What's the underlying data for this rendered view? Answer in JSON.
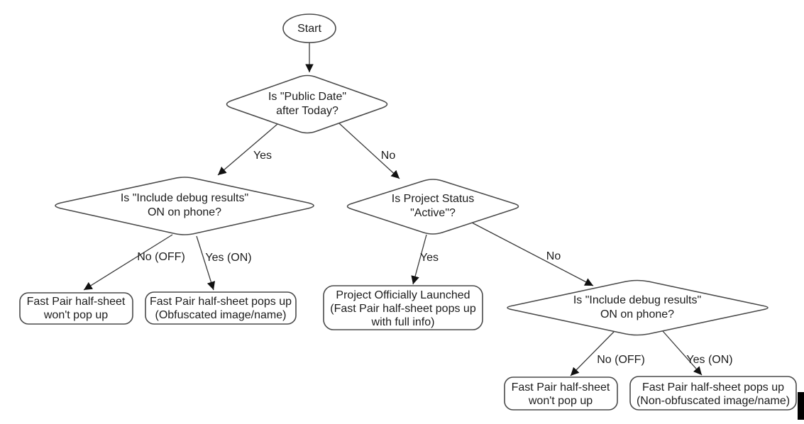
{
  "diagram": {
    "type": "flowchart",
    "colors": {
      "background": "#ffffff",
      "stroke": "#4a4a4a",
      "text": "#1c1c1c",
      "arrow": "#111111"
    },
    "nodes": {
      "start": {
        "shape": "ellipse",
        "label": "Start"
      },
      "public_date_decision": {
        "shape": "diamond",
        "line1": "Is \"Public Date\"",
        "line2": "after Today?"
      },
      "debug_left_decision": {
        "shape": "diamond",
        "line1": "Is \"Include debug results\"",
        "line2": "ON on phone?"
      },
      "project_status_decision": {
        "shape": "diamond",
        "line1": "Is Project Status",
        "line2": "\"Active\"?"
      },
      "debug_right_decision": {
        "shape": "diamond",
        "line1": "Is \"Include debug results\"",
        "line2": "ON on phone?"
      },
      "left_no_popup": {
        "shape": "rounded-rect",
        "line1": "Fast Pair half-sheet",
        "line2": "won't pop up"
      },
      "left_obfuscated": {
        "shape": "rounded-rect",
        "line1": "Fast Pair half-sheet pops up",
        "line2": "(Obfuscated image/name)"
      },
      "launched": {
        "shape": "rounded-rect",
        "line1": "Project Officially Launched",
        "line2": "(Fast Pair half-sheet pops up",
        "line3": "with full info)"
      },
      "right_no_popup": {
        "shape": "rounded-rect",
        "line1": "Fast Pair half-sheet",
        "line2": "won't pop up"
      },
      "right_non_obfuscated": {
        "shape": "rounded-rect",
        "line1": "Fast Pair half-sheet pops up",
        "line2": "(Non-obfuscated image/name)"
      }
    },
    "edge_labels": {
      "public_date_yes": "Yes",
      "public_date_no": "No",
      "debug_left_no": "No (OFF)",
      "debug_left_yes": "Yes (ON)",
      "project_status_yes": "Yes",
      "project_status_no": "No",
      "debug_right_no": "No (OFF)",
      "debug_right_yes": "Yes (ON)"
    }
  }
}
